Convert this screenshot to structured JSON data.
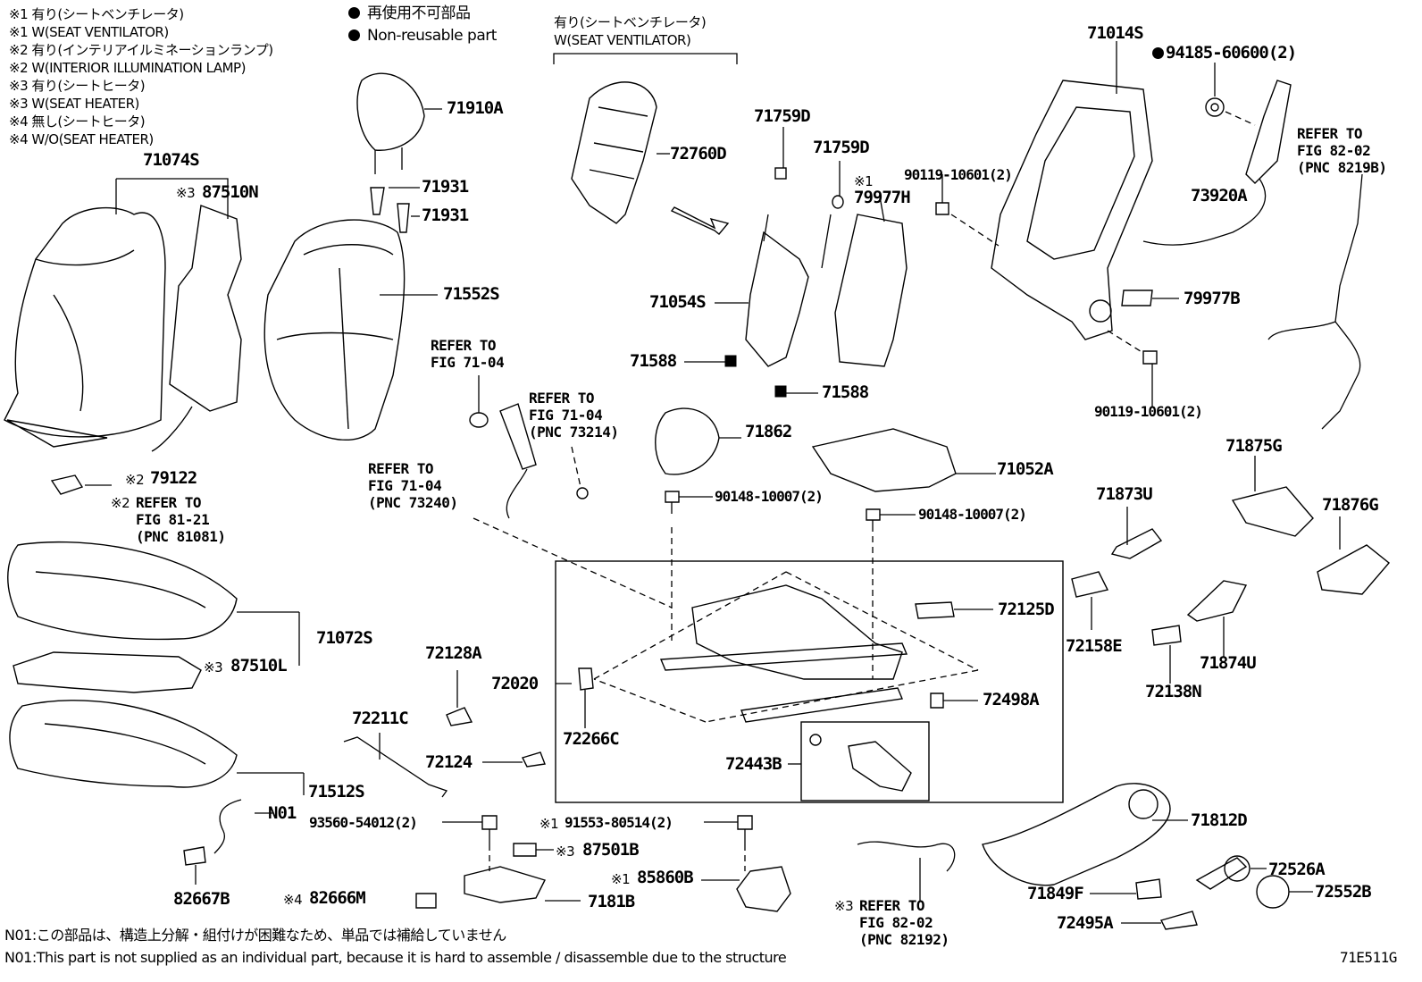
{
  "notes": [
    "※1 有り(シートベンチレータ)",
    "※1 W(SEAT VENTILATOR)",
    "※2 有り(インテリアイルミネーションランプ)",
    "※2 W(INTERIOR ILLUMINATION LAMP)",
    "※3 有り(シートヒータ)",
    "※3 W(SEAT HEATER)",
    "※4 無し(シートヒータ)",
    "※4 W/O(SEAT HEATER)"
  ],
  "legend": {
    "jp": "再使用不可部品",
    "en": "Non-reusable part"
  },
  "ventilator_header": {
    "jp": "有り(シートベンチレータ)",
    "en": "W(SEAT VENTILATOR)"
  },
  "parts": {
    "p71910A": "71910A",
    "p71931a": "71931",
    "p71931b": "71931",
    "p71074S": "71074S",
    "p87510N": "87510N",
    "p87510N_mark": "※3",
    "p71552S": "71552S",
    "p72760D": "72760D",
    "p71759D_a": "71759D",
    "p71759D_b": "71759D",
    "p79977H_mark": "※1",
    "p79977H": "79977H",
    "p71054S": "71054S",
    "p71588a": "71588",
    "p71588b": "71588",
    "p71014S": "71014S",
    "p94185": "94185-60600(2)",
    "p90119a": "90119-10601(2)",
    "p90119b": "90119-10601(2)",
    "p73920A": "73920A",
    "p79977B": "79977B",
    "p79122": "79122",
    "p79122_mark": "※2",
    "p71862": "71862",
    "p71052A": "71052A",
    "p90148a": "90148-10007(2)",
    "p90148b": "90148-10007(2)",
    "p71875G": "71875G",
    "p71873U": "71873U",
    "p71876G": "71876G",
    "p71072S": "71072S",
    "p87510L": "87510L",
    "p87510L_mark": "※3",
    "p72128A": "72128A",
    "p72020": "72020",
    "p72125D": "72125D",
    "p72158E": "72158E",
    "p71874U": "71874U",
    "p72138N": "72138N",
    "p72498A": "72498A",
    "p72211C": "72211C",
    "p72266C": "72266C",
    "p72124": "72124",
    "p72443B": "72443B",
    "p71512S": "71512S",
    "pN01": "N01",
    "p93560": "93560-54012(2)",
    "p91553_mark": "※1",
    "p91553": "91553-80514(2)",
    "p71812D": "71812D",
    "p87501B_mark": "※3",
    "p87501B": "87501B",
    "p85860B_mark": "※1",
    "p85860B": "85860B",
    "p82667B": "82667B",
    "p82666M_mark": "※4",
    "p82666M": "82666M",
    "p7181B": "7181B",
    "p71849F": "71849F",
    "p72526A": "72526A",
    "p72552B": "72552B",
    "p72495A": "72495A"
  },
  "refs": {
    "r1": [
      "REFER TO",
      "FIG 71-04"
    ],
    "r2": [
      "REFER TO",
      "FIG 71-04",
      "(PNC 73214)"
    ],
    "r3": [
      "REFER TO",
      "FIG 71-04",
      "(PNC 73240)"
    ],
    "r4": [
      "REFER TO",
      "FIG 81-21",
      "(PNC 81081)"
    ],
    "r4_mark": "※2",
    "r5": [
      "REFER TO",
      "FIG 82-02",
      "(PNC 8219B)"
    ],
    "r6": [
      "REFER TO",
      "FIG 82-02",
      "(PNC 82192)"
    ],
    "r6_mark": "※3"
  },
  "footnotes": {
    "jp": "N01:この部品は、構造上分解・組付けが困難なため、単品では補給していません",
    "en": "N01:This part is not supplied as an individual part, because it is hard to assemble / disassemble due to the structure"
  },
  "figure_id": "71E511G"
}
